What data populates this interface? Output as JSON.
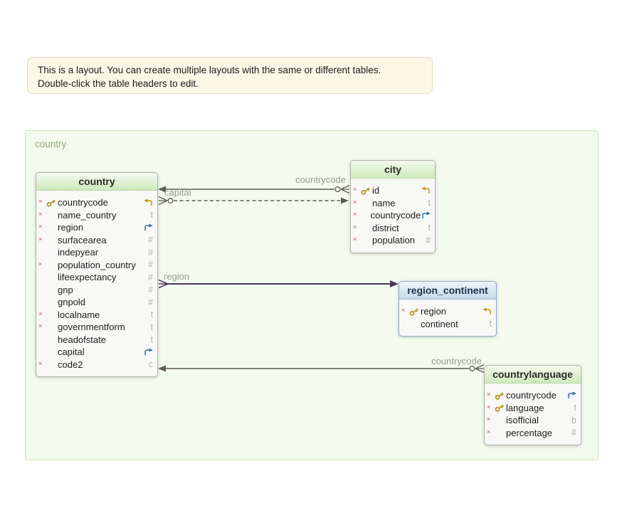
{
  "note": {
    "line1": "This is a layout. You can create multiple layouts with the same or different tables.",
    "line2": "Double-click the table headers to edit."
  },
  "container": {
    "label": "country"
  },
  "tables": [
    {
      "id": "country",
      "title": "country",
      "accent": "green",
      "fields": [
        {
          "name": "countrycode",
          "key": true,
          "notnull": true,
          "type": "ref"
        },
        {
          "name": "name_country",
          "key": false,
          "notnull": true,
          "type": "t"
        },
        {
          "name": "region",
          "key": false,
          "notnull": true,
          "type": "fk"
        },
        {
          "name": "surfacearea",
          "key": false,
          "notnull": true,
          "type": "#"
        },
        {
          "name": "indepyear",
          "key": false,
          "notnull": false,
          "type": "#"
        },
        {
          "name": "population_country",
          "key": false,
          "notnull": true,
          "type": "#"
        },
        {
          "name": "lifeexpectancy",
          "key": false,
          "notnull": false,
          "type": "#"
        },
        {
          "name": "gnp",
          "key": false,
          "notnull": false,
          "type": "#"
        },
        {
          "name": "gnpold",
          "key": false,
          "notnull": false,
          "type": "#"
        },
        {
          "name": "localname",
          "key": false,
          "notnull": true,
          "type": "t"
        },
        {
          "name": "governmentform",
          "key": false,
          "notnull": true,
          "type": "t"
        },
        {
          "name": "headofstate",
          "key": false,
          "notnull": false,
          "type": "t"
        },
        {
          "name": "capital",
          "key": false,
          "notnull": false,
          "type": "fk"
        },
        {
          "name": "code2",
          "key": false,
          "notnull": true,
          "type": "c"
        }
      ]
    },
    {
      "id": "city",
      "title": "city",
      "accent": "green",
      "fields": [
        {
          "name": "id",
          "key": true,
          "notnull": true,
          "type": "ref"
        },
        {
          "name": "name",
          "key": false,
          "notnull": true,
          "type": "t"
        },
        {
          "name": "countrycode",
          "key": false,
          "notnull": true,
          "type": "fk"
        },
        {
          "name": "district",
          "key": false,
          "notnull": true,
          "type": "t"
        },
        {
          "name": "population",
          "key": false,
          "notnull": true,
          "type": "#"
        }
      ]
    },
    {
      "id": "region_continent",
      "title": "region_continent",
      "accent": "blue",
      "fields": [
        {
          "name": "region",
          "key": true,
          "notnull": true,
          "type": "ref"
        },
        {
          "name": "continent",
          "key": false,
          "notnull": false,
          "type": "t"
        }
      ]
    },
    {
      "id": "countrylanguage",
      "title": "countrylanguage",
      "accent": "green",
      "fields": [
        {
          "name": "countrycode",
          "key": true,
          "notnull": true,
          "type": "fk"
        },
        {
          "name": "language",
          "key": true,
          "notnull": true,
          "type": "t"
        },
        {
          "name": "isofficial",
          "key": false,
          "notnull": true,
          "type": "b"
        },
        {
          "name": "percentage",
          "key": false,
          "notnull": true,
          "type": "#"
        }
      ]
    }
  ],
  "relations": [
    {
      "label": "countrycode",
      "from": "city",
      "to": "country",
      "style": "solid"
    },
    {
      "label": "capital",
      "from": "country",
      "to": "city",
      "style": "dashed"
    },
    {
      "label": "region",
      "from": "country",
      "to": "region_continent",
      "style": "solid-purple"
    },
    {
      "label": "countrycode",
      "from": "countrylanguage",
      "to": "country",
      "style": "solid"
    }
  ],
  "icons": {
    "primary_key": "key-icon",
    "foreign_key": "arrow-out-icon",
    "referenced_key": "arrow-in-icon",
    "not_null": "×"
  },
  "colors": {
    "note_bg": "#fbf8e8",
    "note_border": "#dfdbc2",
    "container_bg": "#f3faee",
    "container_border": "#cbe3bb",
    "container_label": "#8cab81",
    "line_gray": "#5c5c50",
    "line_purple": "#4d3863",
    "label_gray": "#9c9c92",
    "fk_blue": "#2e6db4",
    "ref_amber": "#c89010",
    "key_gold": "#b89623",
    "notnull_red": "#b3574d",
    "hdr_green_top": "#f2faed",
    "hdr_green_bot": "#cfe9bd",
    "hdr_blue_top": "#eff5fb",
    "hdr_blue_bot": "#c6d9ed"
  }
}
